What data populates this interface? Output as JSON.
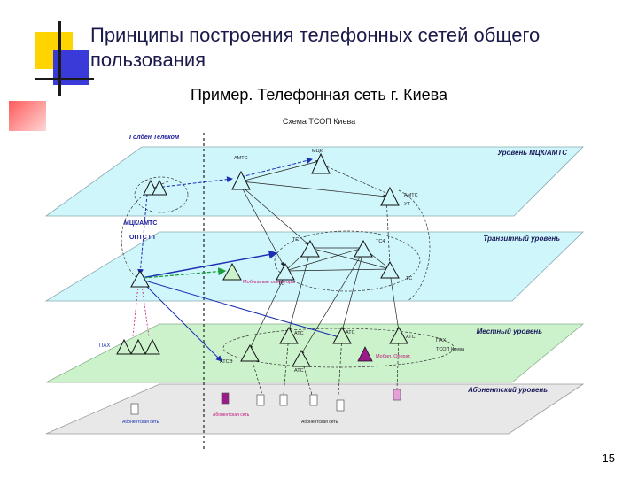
{
  "slide": {
    "title": "Принципы построения телефонных сетей общего пользования",
    "subtitle": "Пример. Телефонная сеть г. Киева",
    "page_number": "15"
  },
  "diagram": {
    "caption": "Схема ТСОП Киева",
    "org_top": "Голден Телеком",
    "org_mtsk": "МЦК/АМТС",
    "org_opts": "ОПТС ГТ",
    "levels": {
      "mck": "Уровень МЦК/АМТС",
      "transit": "Транзитный уровень",
      "local": "Местный уровень",
      "subscriber": "Абонентский уровень"
    },
    "nodes": {
      "mck_a": "МЦК",
      "mck_b": "АМТС",
      "mck_c": "АМТС",
      "mck_c2": "УТ",
      "tr_a": "ТС",
      "tr_b": "ТС4",
      "tr_c": "ТС",
      "tr_d": "ТС",
      "mobile": "Мобильные операторы",
      "pbx": "ПАХ",
      "loc_a": "АТС",
      "loc_b": "АТС",
      "loc_c": "АТС",
      "loc_d": "АТСЭ",
      "loc_e": "АТС",
      "loc_f": "ПАХ",
      "loc_g": "ТСОП Киева",
      "mobile2": "Мобил. Операт."
    },
    "subscribers": {
      "sub_a": "Абонентская сеть",
      "sub_b": "Абонентская сеть",
      "sub_c": "Абонентская сеть"
    },
    "colors": {
      "plane_top": "#cff6fb",
      "plane_mid": "#cff6fb",
      "plane_local": "#ccf2cc",
      "plane_sub": "#e8e8e8",
      "link_blue": "#1a2fb3",
      "link_green": "#1a9e3c",
      "label_blue": "#1a1a9a",
      "label_magenta": "#c0157a",
      "node_magenta": "#9a1a8a"
    }
  }
}
